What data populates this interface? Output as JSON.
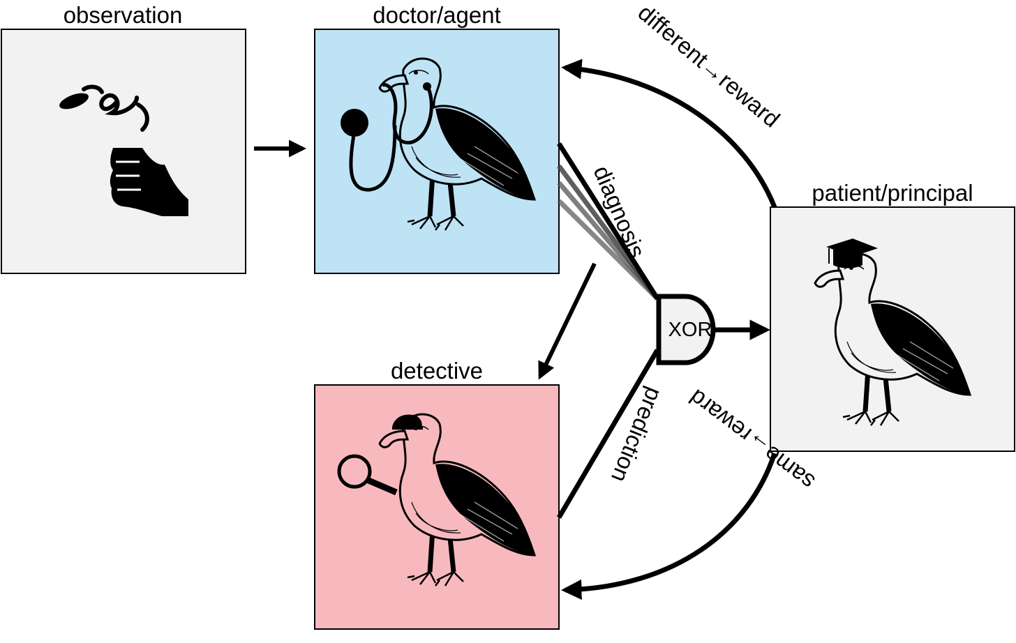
{
  "panels": {
    "observation": {
      "label": "observation",
      "fill": "#f2f2f2"
    },
    "doctor": {
      "label": "doctor/agent",
      "fill": "#bee3f5"
    },
    "detective": {
      "label": "detective",
      "fill": "#f8b9be"
    },
    "patient": {
      "label": "patient/principal",
      "fill": "#f2f2f2"
    }
  },
  "gate": {
    "label": "XOR"
  },
  "edges": {
    "diagnosis": "diagnosis",
    "prediction": "prediction",
    "different_reward": "different→reward",
    "same_reward": "same→reward"
  },
  "icons": {
    "observation": "hand-coin-flip-icon",
    "doctor": "albatross-stethoscope-icon",
    "detective": "albatross-magnifier-icon",
    "patient": "albatross-graduation-cap-icon"
  },
  "colors": {
    "stroke": "#000000",
    "diagnosis_spread": "#555555"
  }
}
